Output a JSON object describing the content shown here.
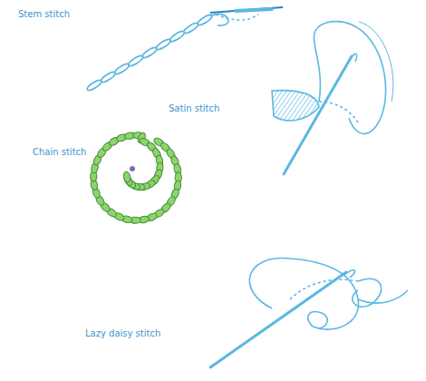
{
  "diagram": {
    "labels": [
      "Stem stitch",
      "Satin stitch",
      "Chain stitch",
      "Lazy daisy stitch"
    ]
  }
}
